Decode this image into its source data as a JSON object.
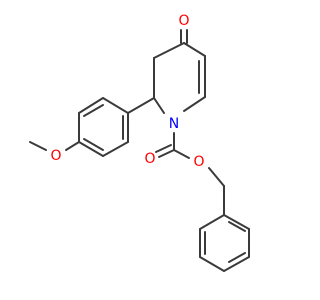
{
  "molecule": {
    "atoms": [
      {
        "id": "O_keto",
        "label": "O",
        "color": "#ff0000"
      },
      {
        "id": "N1",
        "label": "N",
        "color": "#0000ff"
      },
      {
        "id": "O_carbonyl",
        "label": "O",
        "color": "#ff0000"
      },
      {
        "id": "O_ester",
        "label": "O",
        "color": "#ff0000"
      },
      {
        "id": "O_methoxy",
        "label": "O",
        "color": "#ff0000"
      }
    ]
  }
}
